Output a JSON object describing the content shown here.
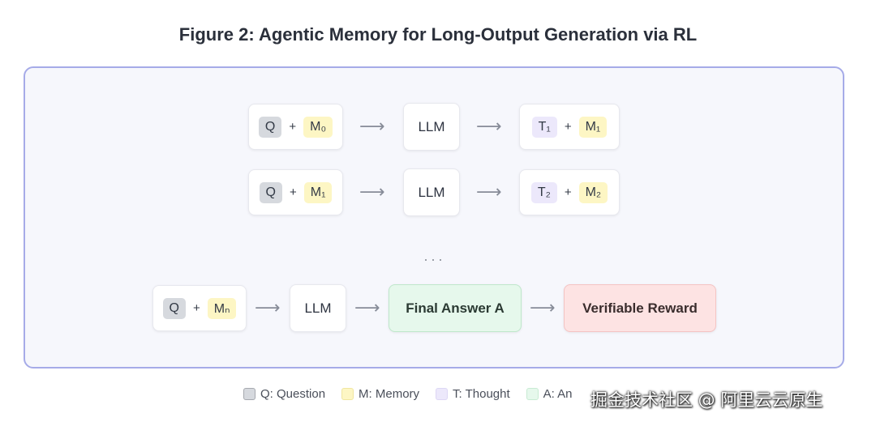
{
  "title": "Figure 2: Agentic Memory for Long-Output Generation via RL",
  "rows": [
    {
      "input_q": "Q",
      "input_m": "M₀",
      "llm": "LLM",
      "out_t": "T₁",
      "out_m": "M₁"
    },
    {
      "input_q": "Q",
      "input_m": "M₁",
      "llm": "LLM",
      "out_t": "T₂",
      "out_m": "M₂"
    }
  ],
  "ellipsis": "···",
  "final_row": {
    "input_q": "Q",
    "input_m": "Mₙ",
    "llm": "LLM",
    "final_answer": "Final Answer A",
    "reward": "Verifiable Reward"
  },
  "plus": "+",
  "arrow": "⟶",
  "legend": [
    {
      "label": "Q: Question"
    },
    {
      "label": "M: Memory"
    },
    {
      "label": "T: Thought"
    },
    {
      "label": "A: An"
    }
  ],
  "watermark": "掘金技术社区 @ 阿里云云原生",
  "colors": {
    "panel_border": "#a6abe8",
    "question": "#d6d9de",
    "memory": "#fdf6c4",
    "thought": "#ece8fb",
    "answer": "#e6f8ec",
    "reward": "#fde3e3"
  }
}
